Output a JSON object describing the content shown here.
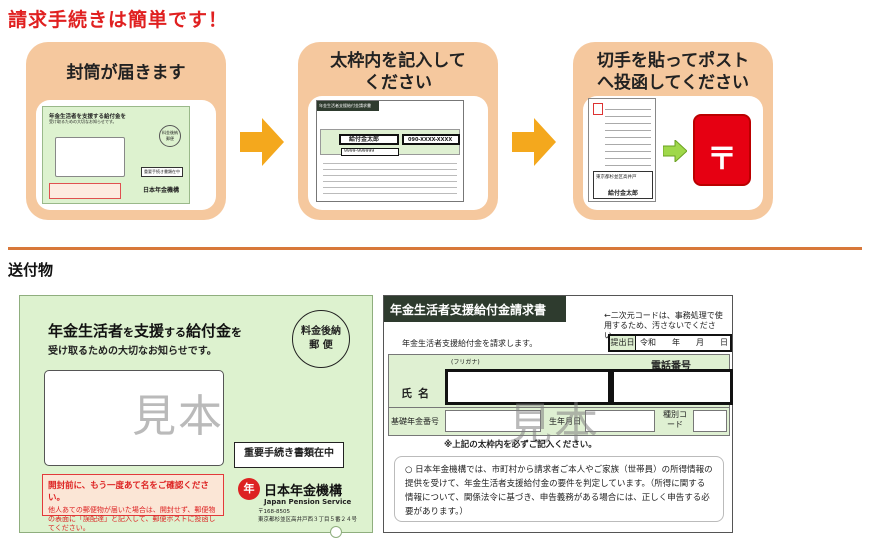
{
  "headline": "請求手続きは簡単です！",
  "steps": [
    {
      "title": "封筒が届きます"
    },
    {
      "title": "太枠内を記入して\nください"
    },
    {
      "title": "切手を貼ってポスト\nへ投函してください"
    }
  ],
  "mini_envelope": {
    "title": "年金生活者を支援する給付金を",
    "subtitle": "受け取るための大切なお知らせです。",
    "stamp": "料金後納\n郵便",
    "important": "重要手続き書類在中",
    "logo": "日本年金機構"
  },
  "mini_form": {
    "header": "年金生活者支援給付金請求書",
    "name": "給付金太郎",
    "phone": "090-XXXX-XXXX",
    "id": "9999-999999"
  },
  "mini_postcard": {
    "box_line": "東京都杉並区高井戸",
    "name": "給付金太郎"
  },
  "postbox_mark": "〒",
  "section_title": "送付物",
  "envelope": {
    "title_a": "年金生活者",
    "title_b": "を",
    "title_c": "支援",
    "title_d": "する",
    "title_e": "給付金",
    "title_f": "を",
    "subtitle": "受け取るための大切なお知らせです。",
    "stamp_line1": "料金後納",
    "stamp_line2": "郵 便",
    "watermark": "見本",
    "important": "重要手続き書類在中",
    "warn_title": "開封前に、もう一度あて名をご確認ください。",
    "warn_body": "他人あての郵便物が届いた場合は、開封せず、郵便物の表面に「誤配達」と記入して、郵便ポストに投函してください。",
    "logo_emblem": "年",
    "logo_org": "日本年金機構",
    "logo_en": "Japan Pension Service",
    "postal": "〒168-8505",
    "address": "東京都杉並区高井戸西３丁目５番２４号"
  },
  "form": {
    "header": "年金生活者支援給付金請求書",
    "note": "←二次元コードは、事務処理で使用するため、汚さないでください。",
    "request": "年金生活者支援給付金を請求します。",
    "date_label": "提出日",
    "date_value": "令和　　年　　月　　日",
    "furigana": "(フリガナ)",
    "tel": "電話番号",
    "name_label": "氏名",
    "kiso": "基礎年金番号",
    "birth": "生年月日",
    "kind": "種別コード",
    "watermark": "見本",
    "caution": "※上記の太枠内を必ずご記入ください。",
    "body": "○ 日本年金機構では、市町村から請求者ご本人やご家族（世帯員）の所得情報の提供を受けて、年金生活者支援給付金の要件を判定しています。（所得に関する情報について、関係法令に基づき、申告義務がある場合には、正しく申告する必要があります。）"
  },
  "colors": {
    "accent_red": "#e02020",
    "card_bg": "#f5c89e",
    "arrow": "#f4a81d",
    "envelope_green": "#ddf2cf",
    "divider": "#d8783a"
  }
}
